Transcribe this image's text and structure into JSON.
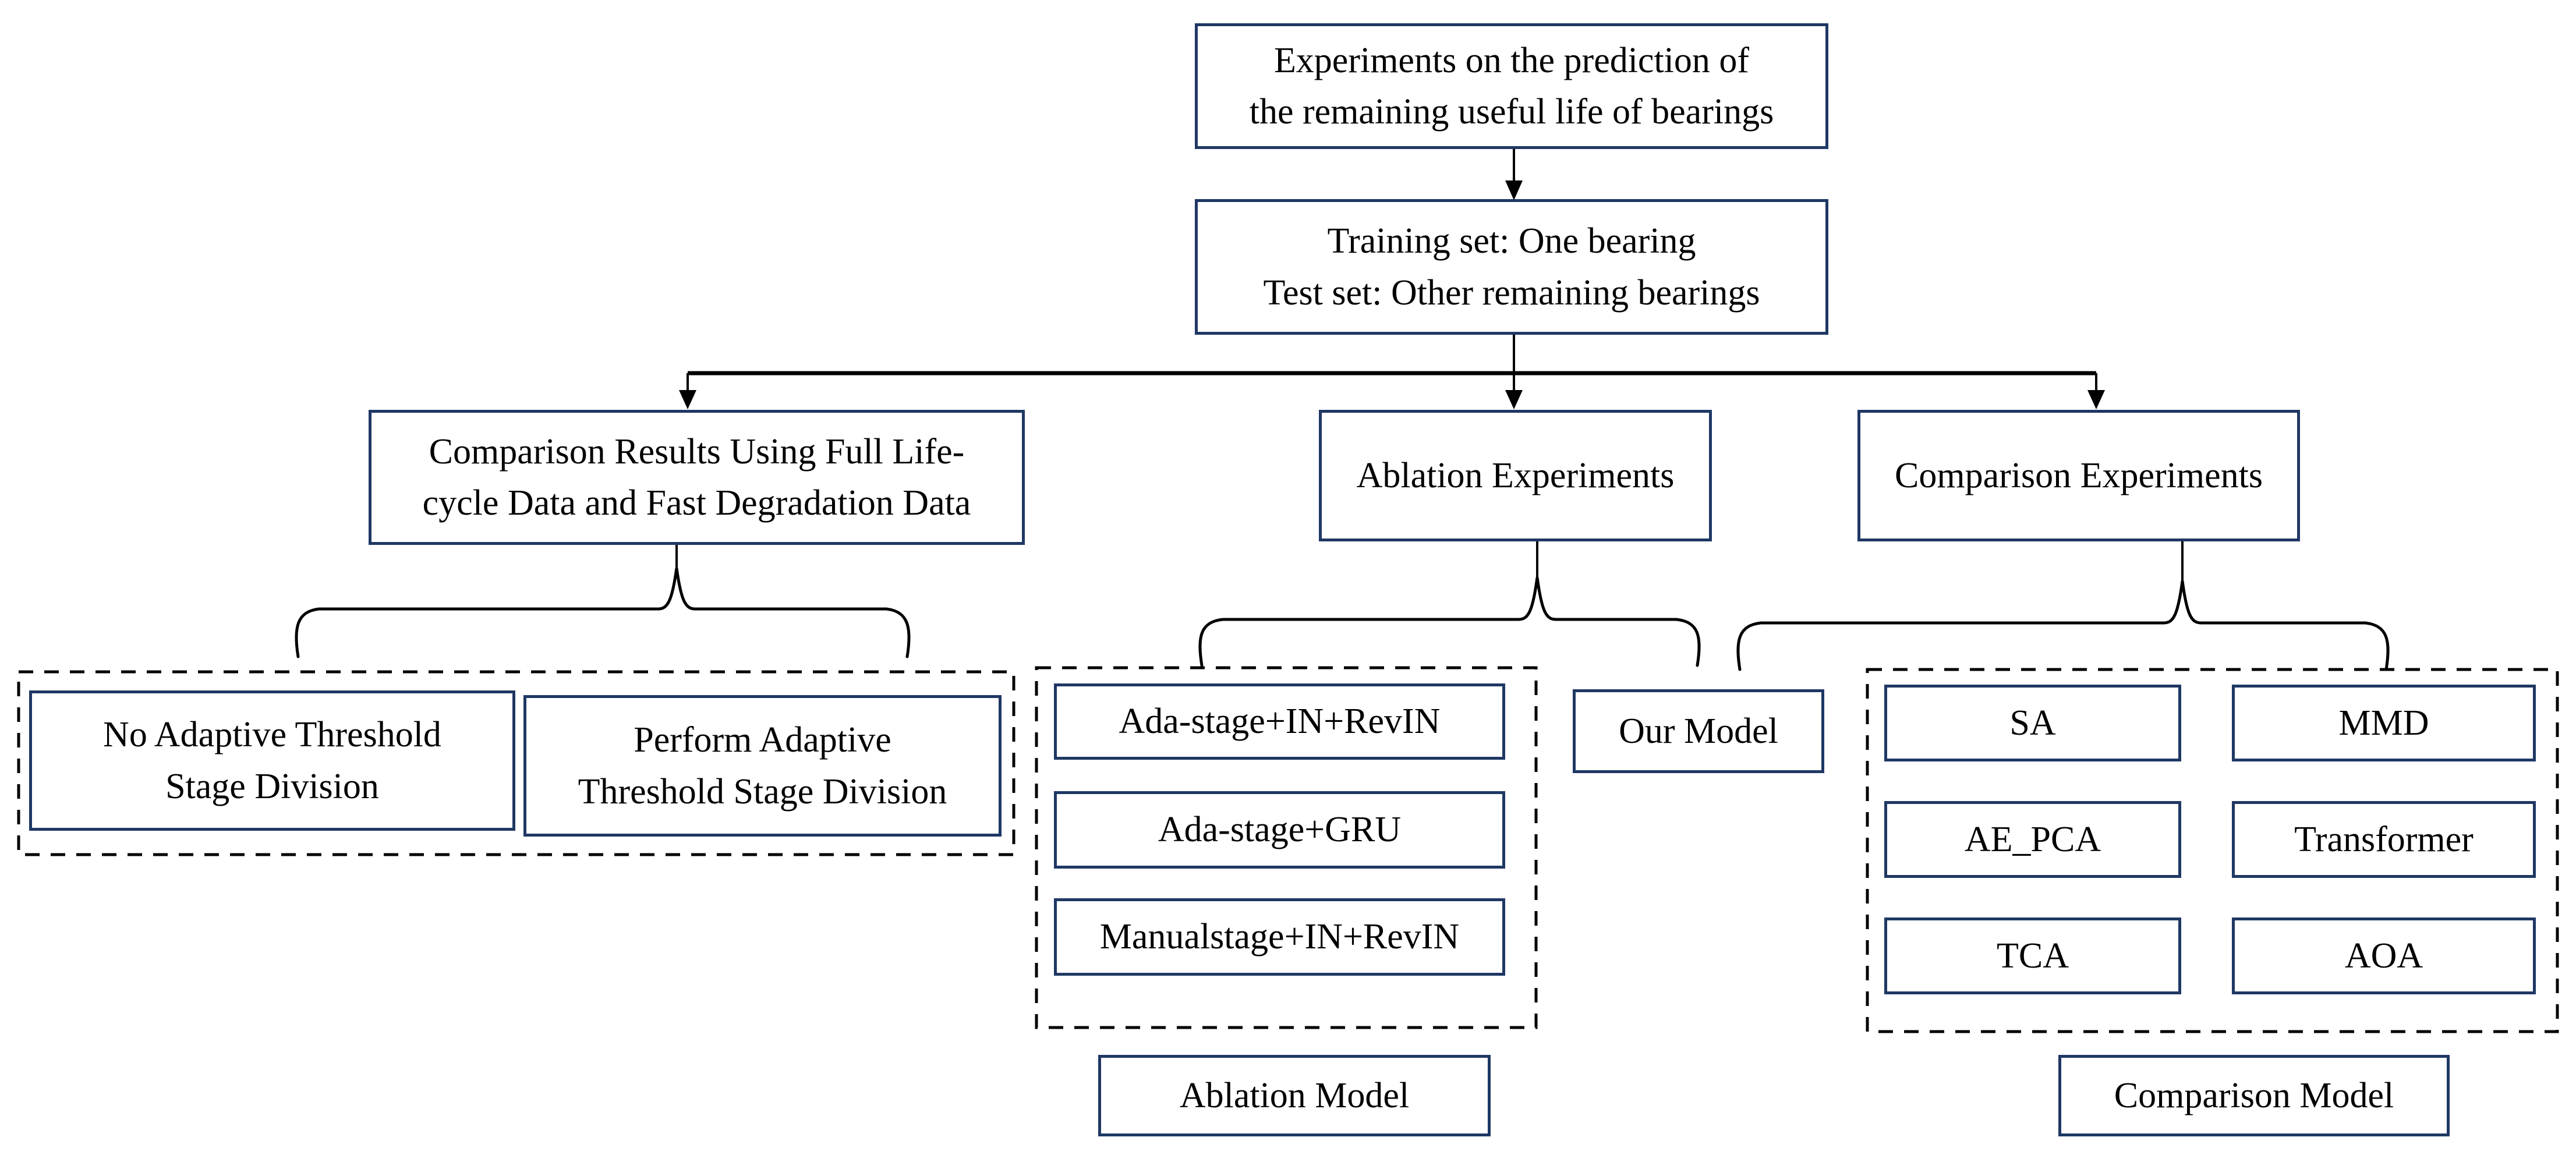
{
  "figure": {
    "type": "flowchart",
    "root": "Experiments on the prediction of\nthe remaining useful life of bearings",
    "setup": "Training set: One bearing\nTest set: Other remaining bearings",
    "branches": {
      "full_lifecycle": "Comparison Results Using Full Life-\ncycle Data and Fast Degradation Data",
      "ablation": "Ablation Experiments",
      "comparison": "Comparison Experiments"
    },
    "stage_division_group": {
      "no_adaptive": "No Adaptive Threshold\nStage Division",
      "perform_adaptive": "Perform Adaptive\nThreshold Stage Division"
    },
    "ablation_group": {
      "items": [
        "Ada-stage+IN+RevIN",
        "Ada-stage+GRU",
        "Manualstage+IN+RevIN"
      ],
      "label": "Ablation Model"
    },
    "our_model": "Our Model",
    "comparison_group": {
      "items": [
        "SA",
        "MMD",
        "AE_PCA",
        "Transformer",
        "TCA",
        "AOA"
      ],
      "label": "Comparison Model"
    }
  },
  "colors": {
    "box_border": "#1F3864",
    "line": "#000000",
    "text": "#000000",
    "background": "#FFFFFF"
  }
}
